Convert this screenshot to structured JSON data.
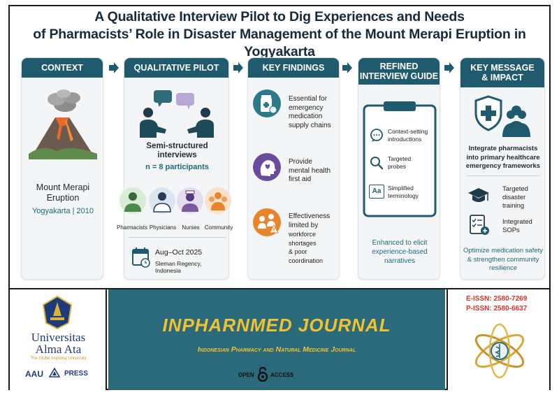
{
  "title": {
    "line1": "A Qualitative Interview Pilot to Dig Experiences and Needs",
    "line2": "of Pharmacists’ Role in Disaster Management of the Mount Merapi Eruption in Yogyakarta"
  },
  "context": {
    "header": "CONTEXT",
    "event_line1": "Mount Merapi",
    "event_line2": "Eruption",
    "place_year": "Yogyakarta | 2010"
  },
  "pilot": {
    "header": "QUALITATIVE PILOT",
    "method_line1": "Semi-structured",
    "method_line2": "interviews",
    "participants": "n = 8 participants",
    "groups": [
      "Pharmacists",
      "Physicians",
      "Nurses",
      "Community"
    ],
    "period": "Aug–Oct 2025",
    "location": "Sleman Regency, Indonesia"
  },
  "findings": {
    "header": "KEY FINDINGS",
    "items": [
      {
        "lines": [
          "Essential for",
          "emergency",
          "medication",
          "supply chains"
        ]
      },
      {
        "lines": [
          "Provide",
          "mental health",
          "first aid"
        ]
      },
      {
        "lines": [
          "Effectiveness",
          "limited by",
          "workforce shortages",
          "& poor coordination"
        ]
      }
    ]
  },
  "guide": {
    "header_line1": "REFINED",
    "header_line2": "INTERVIEW GUIDE",
    "items": [
      {
        "lines": [
          "Context-setting",
          "introductions"
        ]
      },
      {
        "lines": [
          "Targeted",
          "probes"
        ]
      },
      {
        "lines": [
          "Simplified",
          "terminology"
        ]
      }
    ],
    "aa_glyph": "Aa",
    "note_line1": "Enhanced to elicit",
    "note_line2": "experience-based",
    "note_line3": "narratives"
  },
  "impact": {
    "header_line1": "KEY MESSAGE",
    "header_line2": "& IMPACT",
    "message_line1": "Integrate pharmacists",
    "message_line2": "into primary healthcare",
    "message_line3": "emergency frameworks",
    "items": [
      {
        "lines": [
          "Targeted",
          "disaster",
          "training"
        ]
      },
      {
        "lines": [
          "Integrated",
          "SOPs"
        ]
      }
    ],
    "footer_line1": "Optimize medication safety",
    "footer_line2": "& strengthen community",
    "footer_line3": "resilience"
  },
  "footer": {
    "university_line1": "Universitas",
    "university_line2": "Alma Ata",
    "university_tagline": "The Globe Inspiring University",
    "aau": "AAU",
    "press": "PRESS",
    "journal_name": "INPHARNMED JOURNAL",
    "journal_subtitle": "Indonesian Pharmacy and Natural Medicine Journal",
    "open": "OPEN",
    "access": "ACCESS",
    "eissn": "E-ISSN: 2580-7269",
    "pissn": "P-ISSN: 2580-6637"
  },
  "colors": {
    "header": "#1f5a6e",
    "teal_text": "#1d6a7a",
    "banner": "#2a6a7a",
    "journal_yellow": "#f2c230",
    "issn_red": "#d8342c"
  }
}
